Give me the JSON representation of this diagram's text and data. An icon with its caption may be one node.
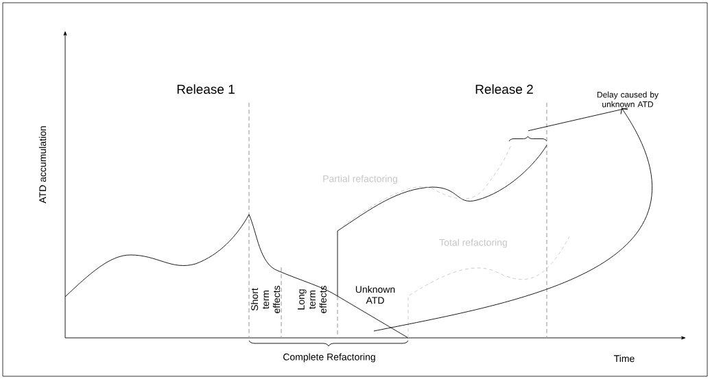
{
  "diagram": {
    "nodes": [
      {
        "text": [
          "Delay caused by unknown ATD"
        ]
      },
      {
        "text": [
          "Unknown ATD"
        ]
      },
      {
        "text": [],
        "shape": "bracket"
      }
    ],
    "edges": [
      {
        "from": 1,
        "to": 0,
        "arrow": "to"
      },
      {
        "from": 0,
        "to": 2,
        "arrow": "none"
      }
    ],
    "labels": [
      "ATD accumulation",
      "Release 1",
      "Release 2",
      "Partial refactoring",
      "Total refactoring",
      "Short term effects",
      "Long term effects",
      "Complete Refactoring",
      "Time"
    ]
  }
}
